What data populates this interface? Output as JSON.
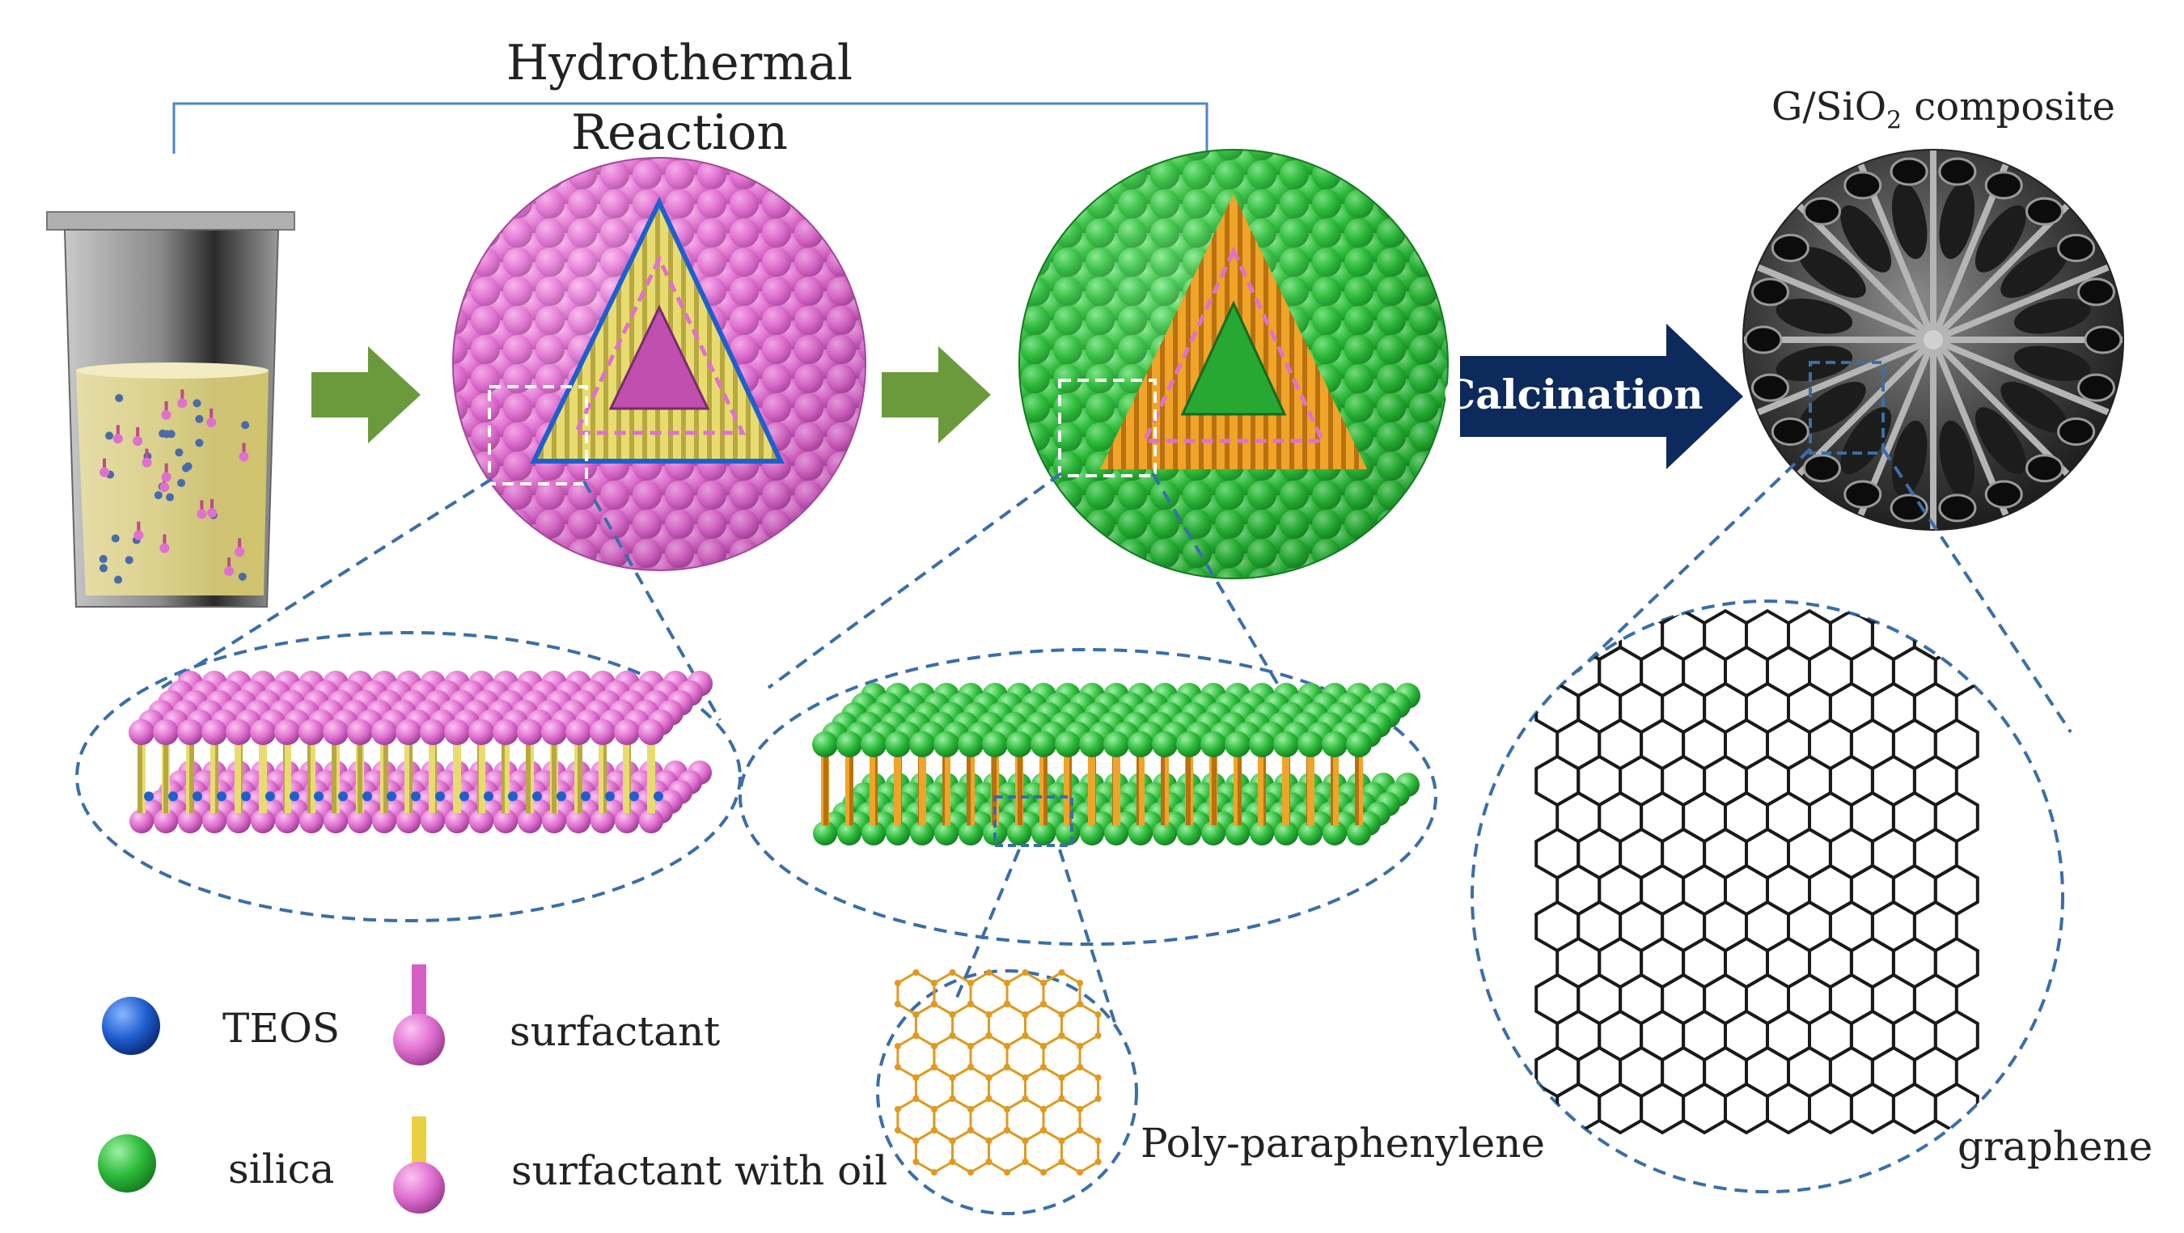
{
  "title": {
    "line1": "Hydrothermal",
    "line2": "Reaction"
  },
  "composite": {
    "prefix": "G/SiO",
    "sub": "2",
    "suffix": " composite"
  },
  "calcination": "Calcination",
  "legend": [
    {
      "label": "TEOS",
      "color": "#1e5fd0",
      "icon": "blue-sphere-icon"
    },
    {
      "label": "surfactant",
      "color": "#e070d0",
      "icon": "surfactant-icon"
    },
    {
      "label": "silica",
      "color": "#2dbb3a",
      "icon": "green-sphere-icon"
    },
    {
      "label": "surfactant with oil",
      "color": "#e070d0",
      "icon": "surfactant-with-oil-icon"
    }
  ],
  "molecule_labels": {
    "ppp": "Poly-paraphenylene",
    "graphene": "graphene"
  },
  "colors": {
    "magenta": "#e070d0",
    "green": "#2dbb3a",
    "yellow": "#e8dc70",
    "orange": "#e89a20",
    "blue": "#1e5fd0",
    "dashed": "#3a6ea8",
    "arrow_green": "#6b9a3c",
    "arrow_navy": "#0d2a5c",
    "bracket": "#4a86c8"
  }
}
